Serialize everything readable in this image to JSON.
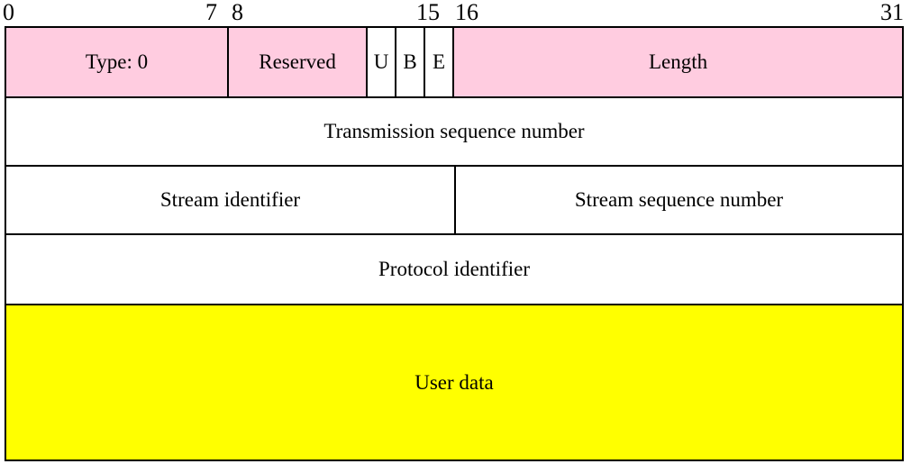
{
  "diagram": {
    "kind": "packet-format-diagram",
    "bit_ruler": {
      "labels": [
        "0",
        "7",
        "8",
        "15",
        "16",
        "31"
      ]
    },
    "rows": [
      {
        "cells": [
          {
            "label": "Type: 0",
            "bits": 8,
            "fill": "pink"
          },
          {
            "label": "Reserved",
            "bits": 5,
            "fill": "pink"
          },
          {
            "label": "U",
            "bits": 1,
            "fill": "white"
          },
          {
            "label": "B",
            "bits": 1,
            "fill": "white"
          },
          {
            "label": "E",
            "bits": 1,
            "fill": "white"
          },
          {
            "label": "Length",
            "bits": 16,
            "fill": "pink"
          }
        ]
      },
      {
        "cells": [
          {
            "label": "Transmission sequence number",
            "bits": 32,
            "fill": "white"
          }
        ]
      },
      {
        "cells": [
          {
            "label": "Stream identifier",
            "bits": 16,
            "fill": "white"
          },
          {
            "label": "Stream sequence number",
            "bits": 16,
            "fill": "white"
          }
        ]
      },
      {
        "cells": [
          {
            "label": "Protocol identifier",
            "bits": 32,
            "fill": "white"
          }
        ]
      },
      {
        "cells": [
          {
            "label": "User data",
            "bits": 32,
            "fill": "yellow"
          }
        ]
      }
    ],
    "colors": {
      "pink": "#ffcce0",
      "yellow": "#ffff00",
      "white": "#ffffff",
      "border": "#000000"
    }
  }
}
